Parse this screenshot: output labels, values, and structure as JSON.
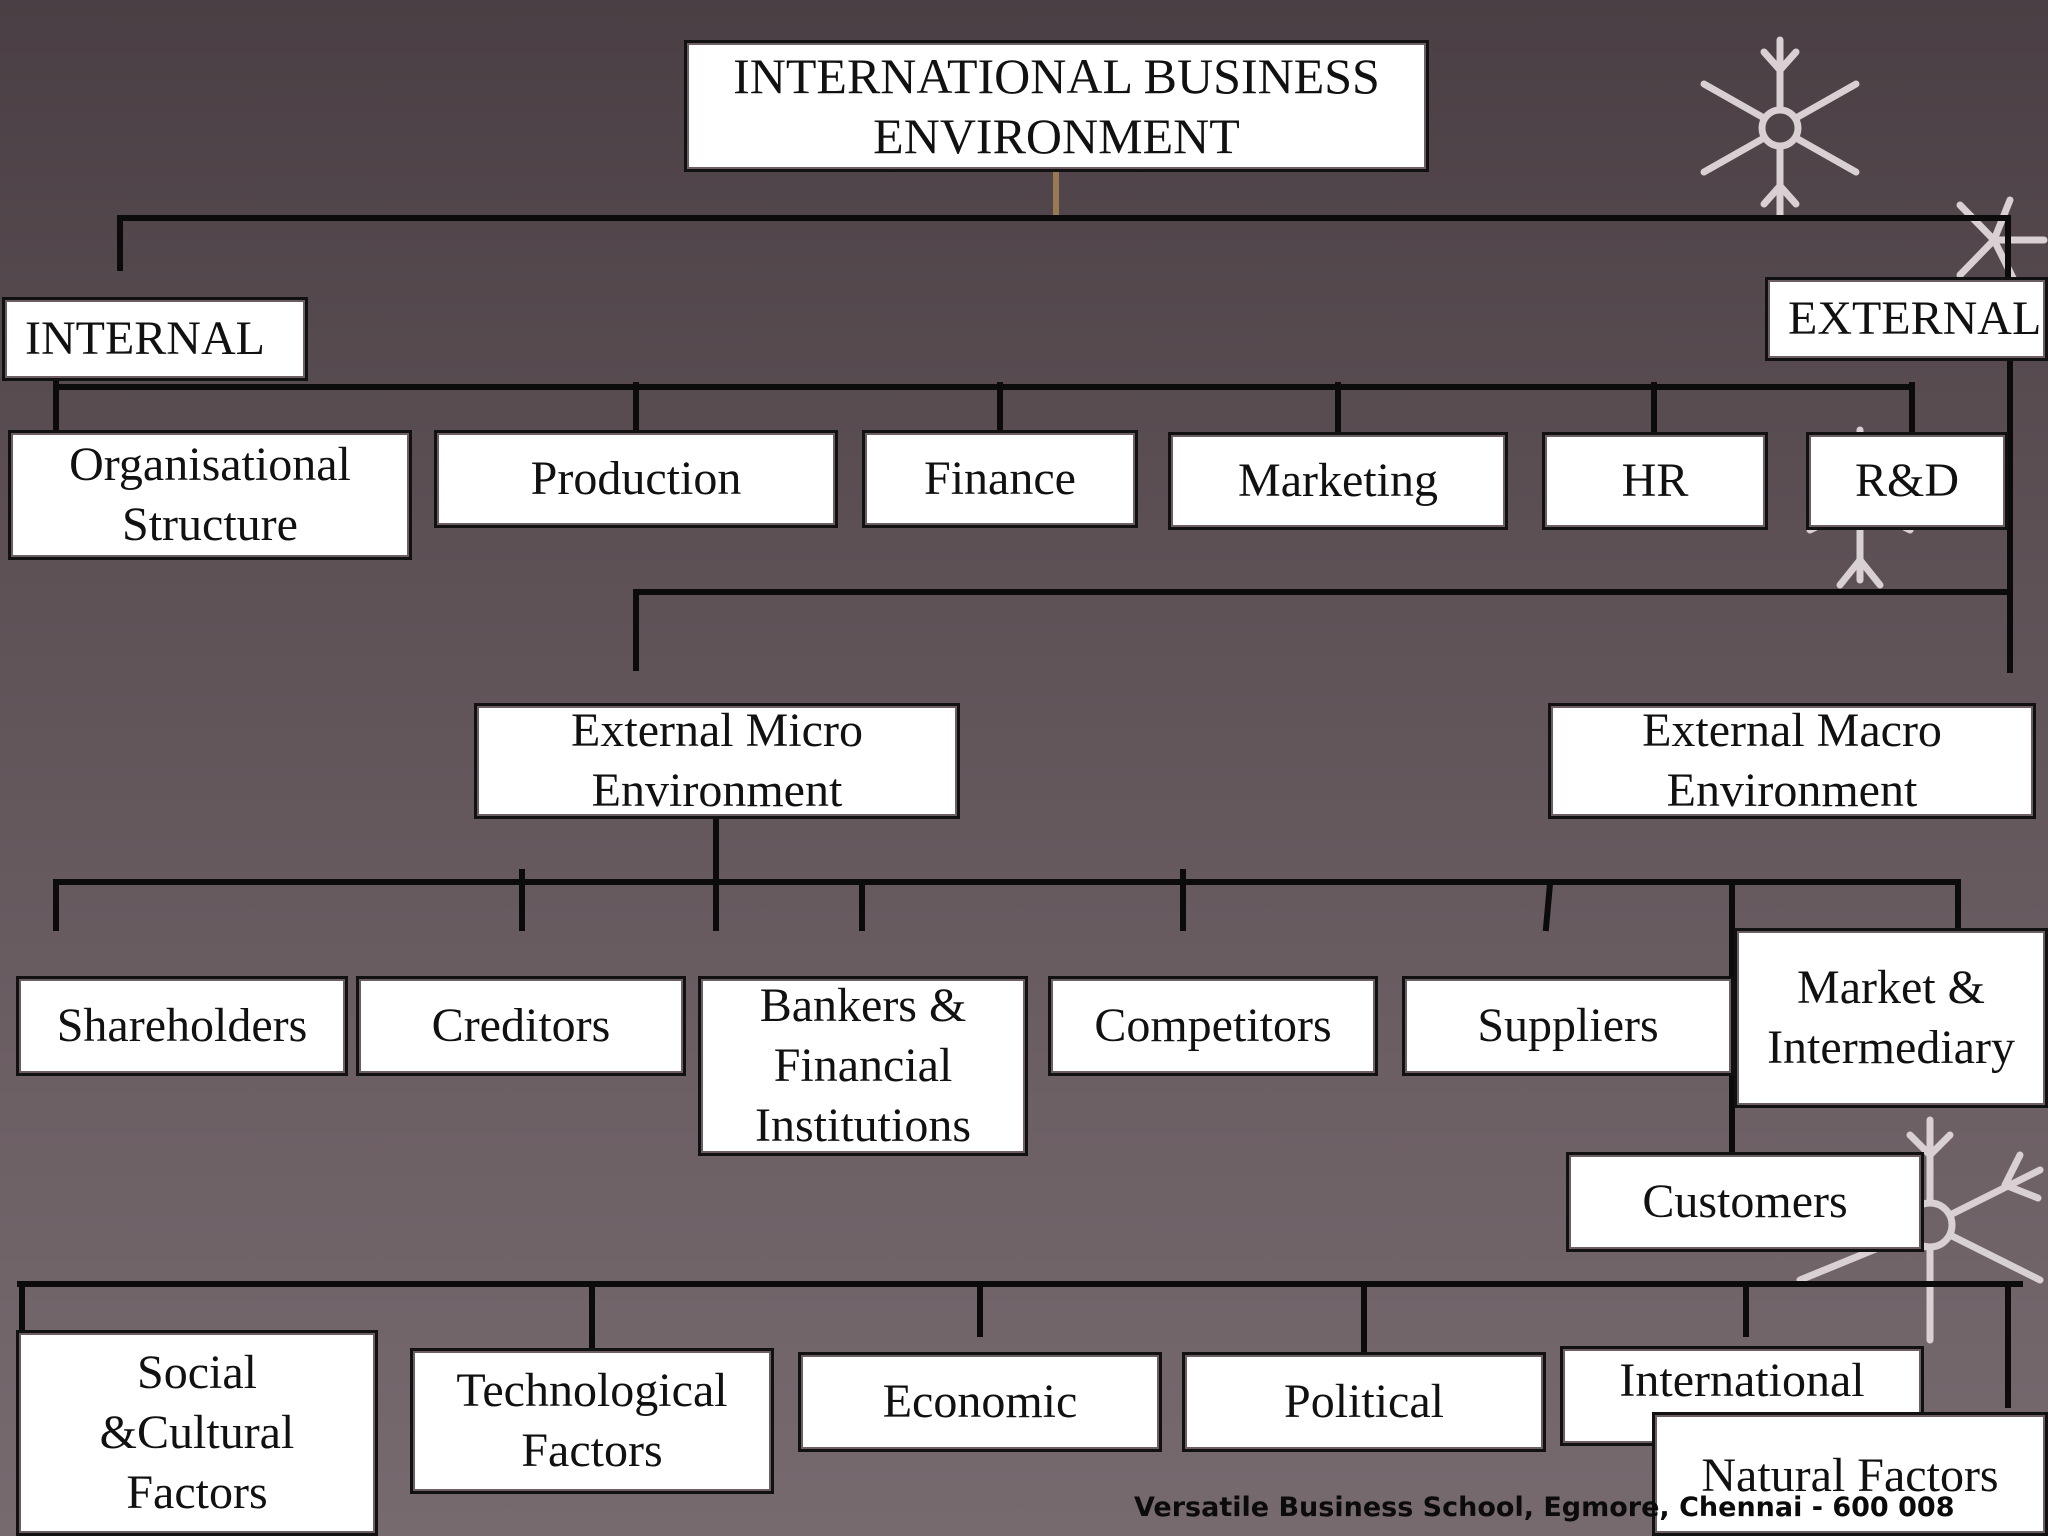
{
  "diagram": {
    "root": "INTERNATIONAL BUSINESS\nENVIRONMENT",
    "internal": {
      "label": "INTERNAL",
      "items": [
        "Organisational\nStructure",
        "Production",
        "Finance",
        "Marketing",
        "HR",
        "R&D"
      ]
    },
    "external": {
      "label": "EXTERNAL",
      "micro": {
        "label": "External Micro\nEnvironment",
        "items": [
          "Shareholders",
          "Creditors",
          "Bankers &\nFinancial\nInstitutions",
          "Competitors",
          "Suppliers",
          "Market &\nIntermediary",
          "Customers"
        ]
      },
      "macro": {
        "label": "External Macro\nEnvironment",
        "items": [
          "Social\n&Cultural\nFactors",
          "Technological\nFactors",
          "Economic",
          "Political",
          "International\nFactors",
          "Natural Factors"
        ]
      }
    }
  },
  "footer": "Versatile Business School, Egmore, Chennai - 600 008",
  "decorations": [
    "snowflake-icon",
    "snowflake-icon",
    "snowflake-icon",
    "snowflake-icon"
  ],
  "colors": {
    "background": "#5c5055",
    "box": "#ffffff",
    "line": "#0b0b0b"
  }
}
